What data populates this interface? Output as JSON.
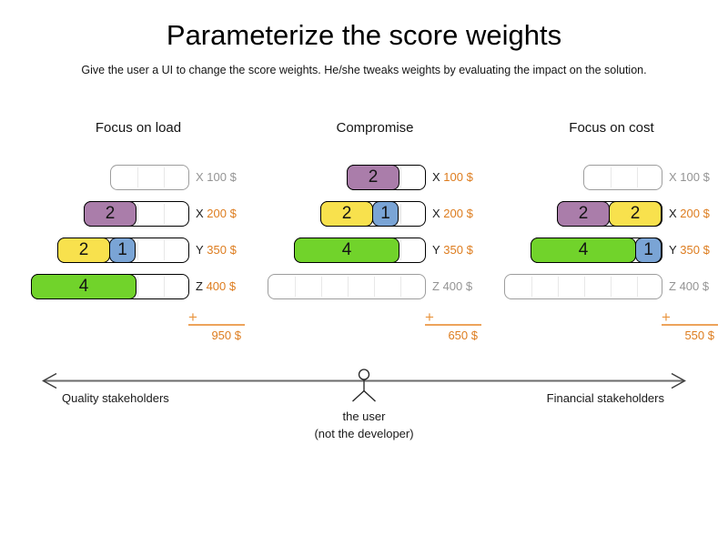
{
  "title": "Parameterize the score weights",
  "subtitle": "Give the user a UI to change the score weights. He/she tweaks weights by evaluating the impact on the solution.",
  "colors": {
    "purple": "#aa7daa",
    "yellow": "#f8e14d",
    "blue": "#7aa4d5",
    "green": "#71d32b",
    "orange_text": "#dd7c1e",
    "orange_light": "#eda35b",
    "inactive_gray": "#949494",
    "active_border": "#000000",
    "inactive_border": "#9d9d9d",
    "axis_line": "#6b6b6b"
  },
  "columns": [
    {
      "title": "Focus on load",
      "plus": "+",
      "total": "950 $",
      "rows": [
        {
          "label_letter": "X",
          "label_amount": "100 $",
          "capacity": 3,
          "active": false,
          "blocks": []
        },
        {
          "label_letter": "X",
          "label_amount": "200 $",
          "capacity": 4,
          "active": true,
          "blocks": [
            {
              "value": "2",
              "color": "purple"
            }
          ]
        },
        {
          "label_letter": "Y",
          "label_amount": "350 $",
          "capacity": 5,
          "active": true,
          "blocks": [
            {
              "value": "2",
              "color": "yellow"
            },
            {
              "value": "1",
              "color": "blue"
            }
          ]
        },
        {
          "label_letter": "Z",
          "label_amount": "400 $",
          "capacity": 6,
          "active": true,
          "blocks": [
            {
              "value": "4",
              "color": "green"
            }
          ]
        }
      ]
    },
    {
      "title": "Compromise",
      "plus": "+",
      "total": "650 $",
      "rows": [
        {
          "label_letter": "X",
          "label_amount": "100 $",
          "capacity": 3,
          "active": true,
          "blocks": [
            {
              "value": "2",
              "color": "purple"
            }
          ]
        },
        {
          "label_letter": "X",
          "label_amount": "200 $",
          "capacity": 4,
          "active": true,
          "blocks": [
            {
              "value": "2",
              "color": "yellow"
            },
            {
              "value": "1",
              "color": "blue"
            }
          ]
        },
        {
          "label_letter": "Y",
          "label_amount": "350 $",
          "capacity": 5,
          "active": true,
          "blocks": [
            {
              "value": "4",
              "color": "green"
            }
          ]
        },
        {
          "label_letter": "Z",
          "label_amount": "400 $",
          "capacity": 6,
          "active": false,
          "blocks": []
        }
      ]
    },
    {
      "title": "Focus on cost",
      "plus": "+",
      "total": "550 $",
      "rows": [
        {
          "label_letter": "X",
          "label_amount": "100 $",
          "capacity": 3,
          "active": false,
          "blocks": []
        },
        {
          "label_letter": "X",
          "label_amount": "200 $",
          "capacity": 4,
          "active": true,
          "blocks": [
            {
              "value": "2",
              "color": "purple"
            },
            {
              "value": "2",
              "color": "yellow"
            }
          ]
        },
        {
          "label_letter": "Y",
          "label_amount": "350 $",
          "capacity": 5,
          "active": true,
          "blocks": [
            {
              "value": "4",
              "color": "green"
            },
            {
              "value": "1",
              "color": "blue"
            }
          ]
        },
        {
          "label_letter": "Z",
          "label_amount": "400 $",
          "capacity": 6,
          "active": false,
          "blocks": []
        }
      ]
    }
  ],
  "spectrum": {
    "left_label": "Quality stakeholders",
    "right_label": "Financial stakeholders",
    "center_caption_line1": "the user",
    "center_caption_line2": "(not the developer)"
  }
}
